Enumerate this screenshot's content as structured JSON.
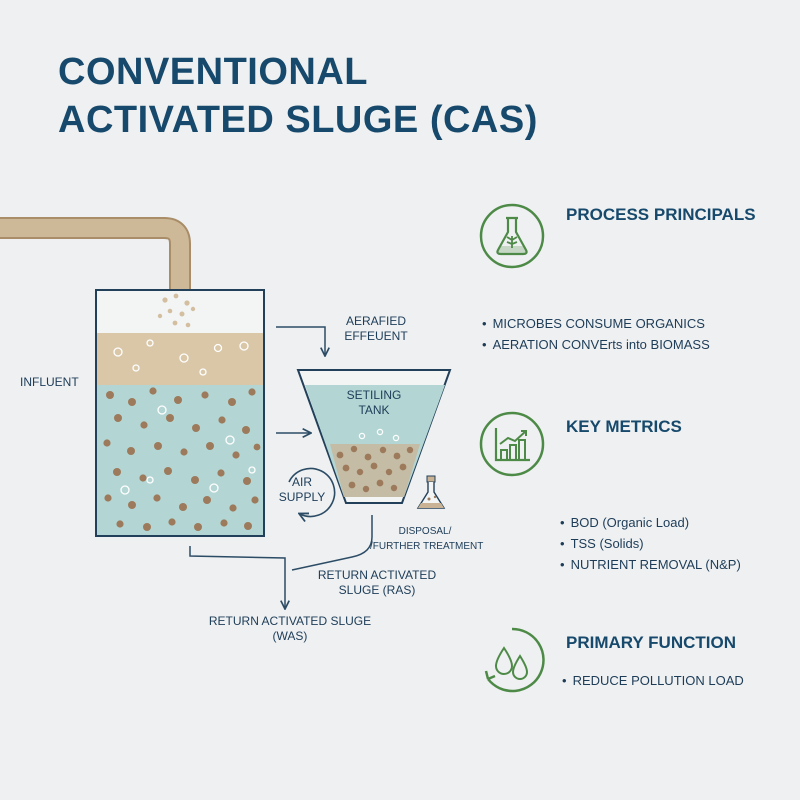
{
  "title": {
    "line1": "CONVENTIONAL",
    "line2": "ACTIVATED SLUGE (CAS)"
  },
  "diagram": {
    "influent": "INFLUENT",
    "aerated_effluent_1": "AERAFIED",
    "aerated_effluent_2": "EFFEUENT",
    "settling_tank_1": "SETILING",
    "settling_tank_2": "TANK",
    "air_supply_1": "AIR",
    "air_supply_2": "SUPPLY",
    "disposal_1": "DISPOSAL/",
    "disposal_2": "/FURTHER TREATMENT",
    "ras_1": "RETURN ACTIVATED",
    "ras_2": "SLUGE (RAS)",
    "was_1": "RETURN ACTIVATED SLUGE",
    "was_2": "(WAS)"
  },
  "panels": [
    {
      "icon": "flask-icon",
      "heading": "PROCESS PRINCIPALS",
      "items": [
        "MICROBES CONSUME ORGANICS",
        "AERATION CONVErts into BIOMASS"
      ]
    },
    {
      "icon": "bar-chart-icon",
      "heading": "KEY METRICS",
      "items": [
        "BOD (Organic Load)",
        "TSS (Solids)",
        "NUTRIENT REMOVAL (N&P)"
      ]
    },
    {
      "icon": "water-drops-icon",
      "heading": "PRIMARY FUNCTION",
      "items": [
        "REDUCE POLLUTION LOAD"
      ]
    }
  ],
  "colors": {
    "title": "#17496c",
    "pipe": "#c9b394",
    "foam": "#d9c7a8",
    "liquid": "#b3d6d4",
    "floc": "#9c7a5b",
    "icon_green": "#4e8a47",
    "arrow": "#2c4c66"
  }
}
